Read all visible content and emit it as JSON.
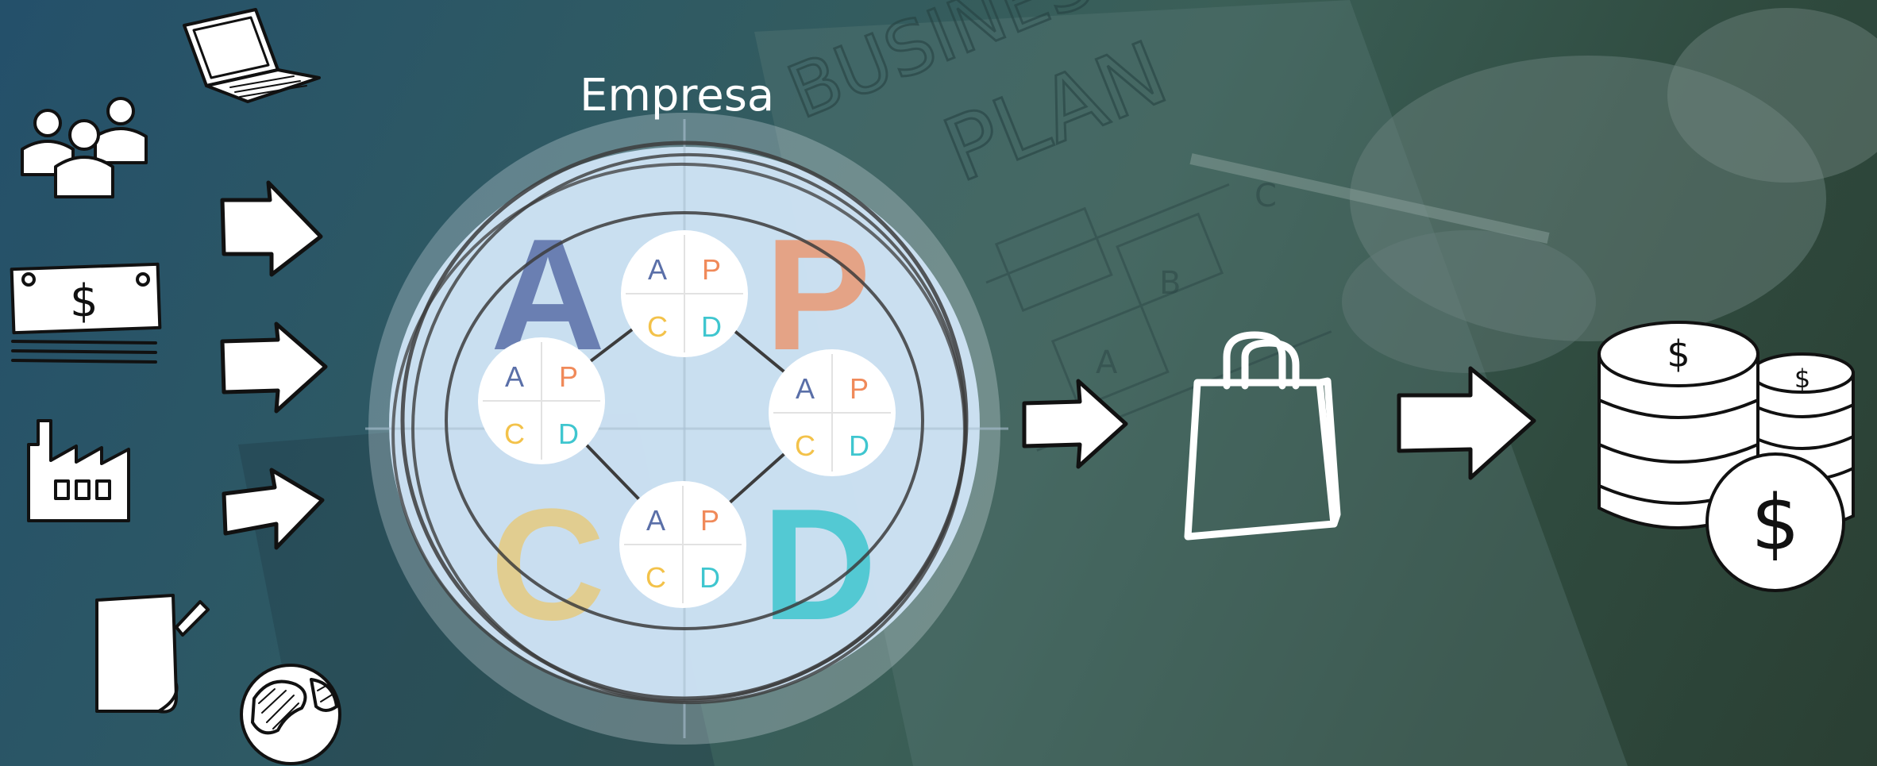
{
  "background": {
    "sketch_text_1": "BUSINESS",
    "sketch_text_2": "PLAN",
    "sketch_letters": [
      "A",
      "B",
      "C"
    ]
  },
  "center": {
    "title": "Empresa",
    "quadrant_letters": [
      "A",
      "P",
      "C",
      "D"
    ],
    "node_letters": [
      "A",
      "P",
      "C",
      "D"
    ],
    "colors": {
      "A": "#5a6fa8",
      "P": "#f08a5a",
      "C": "#f3c24a",
      "D": "#3fc6cf",
      "disc": "#cfe4f5"
    }
  },
  "inputs": {
    "icons": [
      "laptop-icon",
      "people-icon",
      "money-icon",
      "factory-icon",
      "document-icon",
      "globe-icon"
    ],
    "money_symbol": "$"
  },
  "outputs": {
    "icons": [
      "shopping-bag-icon",
      "coins-stack-icon"
    ],
    "coin_symbol": "$"
  }
}
